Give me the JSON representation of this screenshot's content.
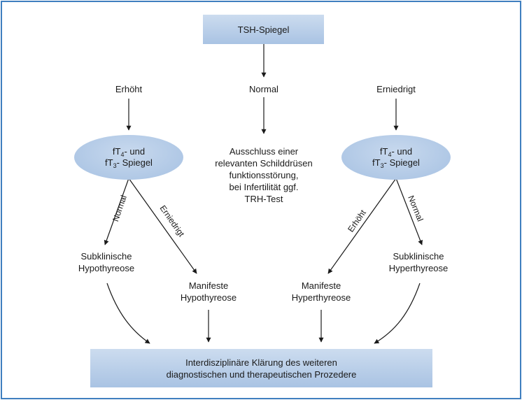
{
  "top_box": "TSH-Spiegel",
  "branches": {
    "left": "Erhöht",
    "center": "Normal",
    "right": "Erniedrigt"
  },
  "ellipse_left": {
    "line1_pre": "fT",
    "line1_sub": "4",
    "line1_post": "- und",
    "line2_pre": "fT",
    "line2_sub": "3",
    "line2_post": "- Spiegel"
  },
  "ellipse_right": {
    "line1_pre": "fT",
    "line1_sub": "4",
    "line1_post": "- und",
    "line2_pre": "fT",
    "line2_sub": "3",
    "line2_post": "- Spiegel"
  },
  "center_text": [
    "Ausschluss einer",
    "relevanten Schilddrüsen",
    "funktionsstörung,",
    "bei Infertilität ggf.",
    "TRH-Test"
  ],
  "edge_labels": {
    "left_normal": "Normal",
    "left_erniedrigt": "Erniedrigt",
    "right_erhoeht": "Erhöht",
    "right_normal": "Normal"
  },
  "outcomes": {
    "subklinische_hypo": [
      "Subklinische",
      "Hypothyreose"
    ],
    "manifeste_hypo": [
      "Manifeste",
      "Hypothyreose"
    ],
    "manifeste_hyper": [
      "Manifeste",
      "Hyperthyreose"
    ],
    "subklinische_hyper": [
      "Subklinische",
      "Hyperthyreose"
    ]
  },
  "bottom_box": [
    "Interdisziplinäre Klärung des weiteren",
    "diagnostischen und therapeutischen Prozedere"
  ],
  "colors": {
    "frame_border": "#3f7fbf",
    "box_fill_top": "#ccdcef",
    "box_fill_bottom": "#a9c3e3",
    "arrow": "#1a1a1a"
  }
}
